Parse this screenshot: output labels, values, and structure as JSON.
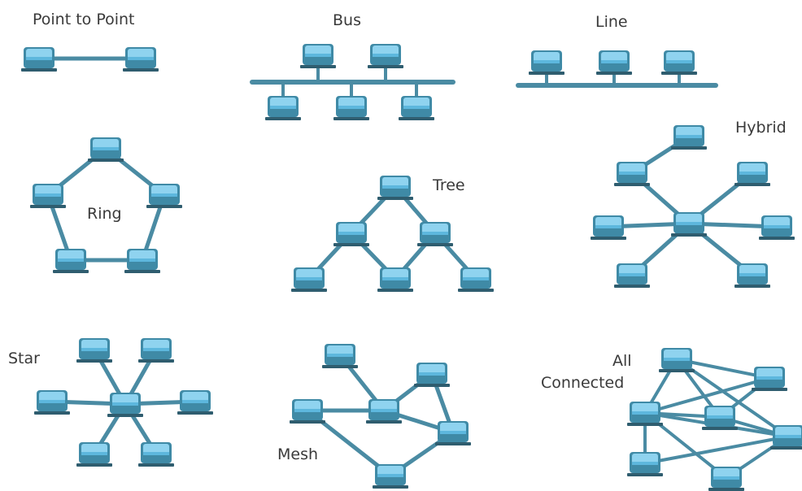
{
  "colors": {
    "link": "#4a8ba3",
    "screen_light": "#8fd3ef",
    "screen_dark": "#5db7dd",
    "body": "#3f8aa6",
    "base": "#2f5d6f",
    "text": "#3a3a3a"
  },
  "labels": {
    "point_to_point": "Point to Point",
    "bus": "Bus",
    "line": "Line",
    "ring": "Ring",
    "tree": "Tree",
    "hybrid": "Hybrid",
    "star": "Star",
    "mesh": "Mesh",
    "all_connected_line1": "All",
    "all_connected_line2": "Connected"
  },
  "icon": "computer-icon",
  "topologies": [
    {
      "name": "point-to-point",
      "nodes": 2,
      "links": 1
    },
    {
      "name": "bus",
      "nodes": 5,
      "links": 6
    },
    {
      "name": "line",
      "nodes": 3,
      "links": 4
    },
    {
      "name": "ring",
      "nodes": 5,
      "links": 5
    },
    {
      "name": "tree",
      "nodes": 6,
      "links": 6
    },
    {
      "name": "hybrid",
      "nodes": 8,
      "links": 7
    },
    {
      "name": "star",
      "nodes": 7,
      "links": 6
    },
    {
      "name": "mesh",
      "nodes": 6,
      "links": 7
    },
    {
      "name": "all-connected",
      "nodes": 7,
      "links": 13
    }
  ]
}
